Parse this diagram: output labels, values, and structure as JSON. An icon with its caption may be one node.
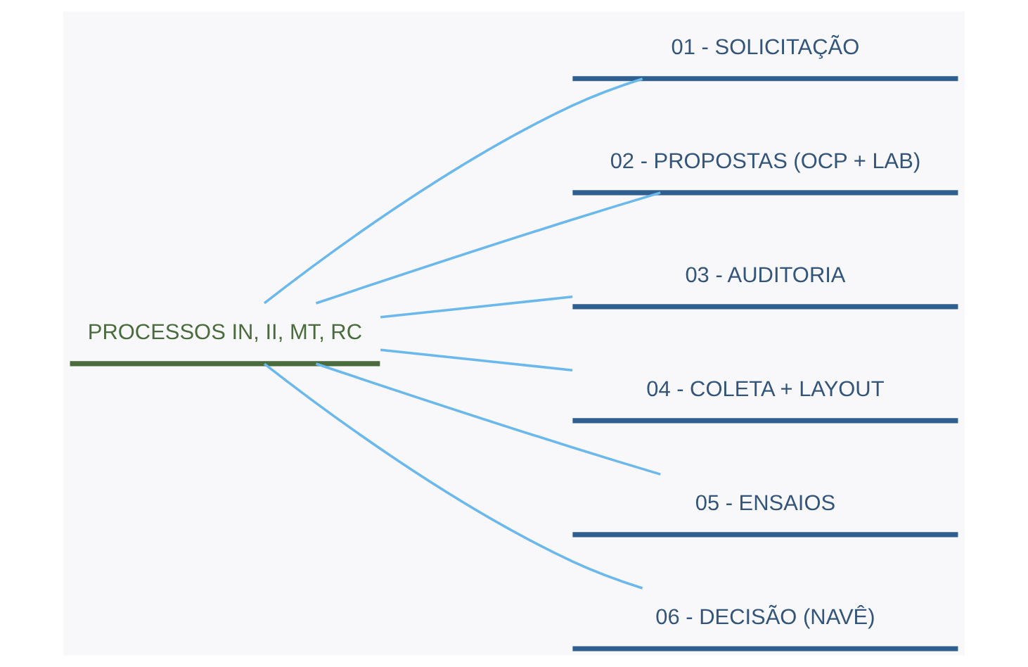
{
  "diagram": {
    "nodes": [
      {
        "text": [
          "PROCESSOS IN, II, MT, RC"
        ]
      },
      {
        "text": [
          "01 - SOLICITAÇÃO"
        ]
      },
      {
        "text": [
          "02 - PROPOSTAS (OCP + LAB)"
        ]
      },
      {
        "text": [
          "03 - AUDITORIA"
        ]
      },
      {
        "text": [
          "04 - COLETA + LAYOUT"
        ]
      },
      {
        "text": [
          "05 - ENSAIOS"
        ]
      },
      {
        "text": [
          "06 - DECISÃO (NAVÊ)"
        ]
      }
    ],
    "edges": [
      {
        "from": 0,
        "to": 1,
        "arrow": "none"
      },
      {
        "from": 0,
        "to": 2,
        "arrow": "none"
      },
      {
        "from": 0,
        "to": 3,
        "arrow": "none"
      },
      {
        "from": 0,
        "to": 4,
        "arrow": "none"
      },
      {
        "from": 0,
        "to": 5,
        "arrow": "none"
      },
      {
        "from": 0,
        "to": 6,
        "arrow": "none"
      }
    ]
  }
}
